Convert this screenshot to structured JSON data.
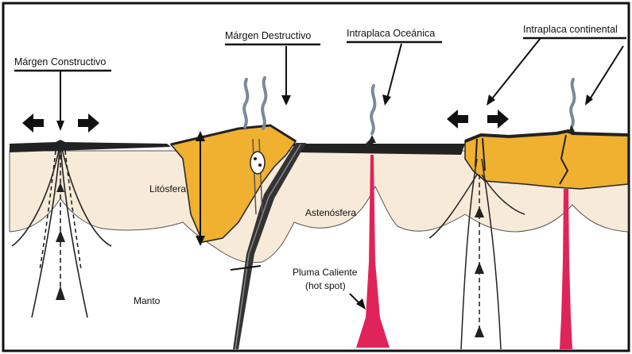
{
  "labels": {
    "constructive_margin": "Márgen Constructivo",
    "destructive_margin": "Márgen Destructivo",
    "oceanic_intraplate": "Intraplaca Oceánica",
    "continental_intraplate": "Intraplaca continental",
    "lithosphere": "Litósfera",
    "asthenosphere": "Astenósfera",
    "hot_plume_line1": "Pluma Caliente",
    "hot_plume_line2": "(hot spot)",
    "mantle": "Manto"
  },
  "colors": {
    "crust_orange": "#f0b030",
    "mantle_cream": "#f7ead8",
    "plume_red": "#e0245a",
    "outline": "#111111",
    "lithosphere_dark": "#222222"
  },
  "icons": [
    "arrow-left-icon",
    "arrow-right-icon",
    "volcano-smoke-icon",
    "hot-plume-icon"
  ]
}
